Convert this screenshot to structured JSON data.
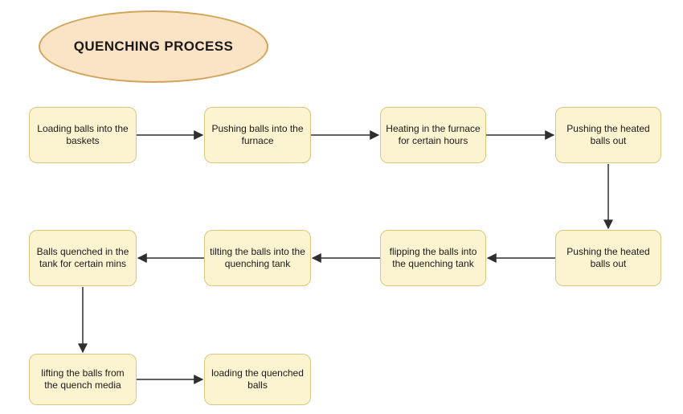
{
  "diagram": {
    "title": "QUENCHING PROCESS",
    "nodes": [
      {
        "id": "n1",
        "label": "Loading balls into the baskets"
      },
      {
        "id": "n2",
        "label": "Pushing balls into the furnace"
      },
      {
        "id": "n3",
        "label": "Heating in the furnace for certain hours"
      },
      {
        "id": "n4",
        "label": "Pushing the heated balls out"
      },
      {
        "id": "n5",
        "label": "Pushing the heated balls out"
      },
      {
        "id": "n6",
        "label": "flipping the balls into the quenching tank"
      },
      {
        "id": "n7",
        "label": "tilting the balls into the quenching tank"
      },
      {
        "id": "n8",
        "label": "Balls quenched in the tank for certain mins"
      },
      {
        "id": "n9",
        "label": "lifting the balls from the quench media"
      },
      {
        "id": "n10",
        "label": "loading the quenched balls"
      }
    ],
    "connections": [
      {
        "from": "n1",
        "to": "n2",
        "direction": "right"
      },
      {
        "from": "n2",
        "to": "n3",
        "direction": "right"
      },
      {
        "from": "n3",
        "to": "n4",
        "direction": "right"
      },
      {
        "from": "n4",
        "to": "n5",
        "direction": "down"
      },
      {
        "from": "n5",
        "to": "n6",
        "direction": "left"
      },
      {
        "from": "n6",
        "to": "n7",
        "direction": "left"
      },
      {
        "from": "n7",
        "to": "n8",
        "direction": "left"
      },
      {
        "from": "n8",
        "to": "n9",
        "direction": "down"
      },
      {
        "from": "n9",
        "to": "n10",
        "direction": "right"
      }
    ],
    "colors": {
      "background": "#ffffff",
      "ellipse_fill": "#fbe3c6",
      "ellipse_border": "#d2a45a",
      "node_fill": "#fcf3d1",
      "node_border": "#dbc67f",
      "arrow": "#2f2f2f",
      "text": "#1a1a1a"
    }
  }
}
